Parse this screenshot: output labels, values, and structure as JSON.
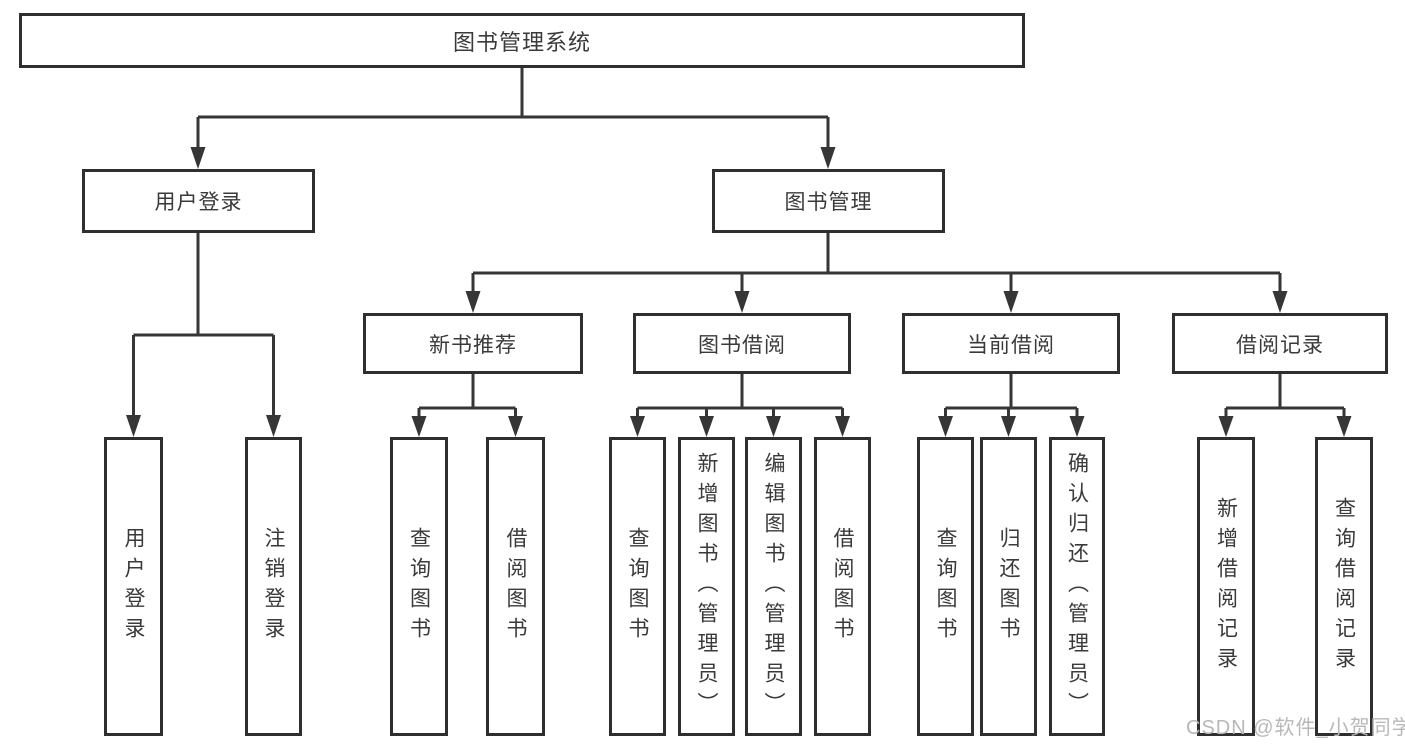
{
  "diagram": {
    "title": "图书管理系统",
    "branches": [
      {
        "label": "用户登录",
        "children": [
          {
            "label": "用户登录"
          },
          {
            "label": "注销登录"
          }
        ]
      },
      {
        "label": "图书管理",
        "children": [
          {
            "label": "新书推荐",
            "children": [
              {
                "label": "查询图书"
              },
              {
                "label": "借阅图书"
              }
            ]
          },
          {
            "label": "图书借阅",
            "children": [
              {
                "label": "查询图书"
              },
              {
                "label": "新增图书（管理员）"
              },
              {
                "label": "编辑图书（管理员）"
              },
              {
                "label": "借阅图书"
              }
            ]
          },
          {
            "label": "当前借阅",
            "children": [
              {
                "label": "查询图书"
              },
              {
                "label": "归还图书"
              },
              {
                "label": "确认归还（管理员）"
              }
            ]
          },
          {
            "label": "借阅记录",
            "children": [
              {
                "label": "新增借阅记录"
              },
              {
                "label": "查询借阅记录"
              }
            ]
          }
        ]
      }
    ]
  },
  "watermark": {
    "text": "CSDN @软件_小贺同学"
  },
  "colors": {
    "line": "#363636",
    "border": "#2f2f2f",
    "fill": "#ffffff",
    "text": "#3a3a3a",
    "watermark": "#b8b8b8",
    "background": "#ffffff"
  }
}
